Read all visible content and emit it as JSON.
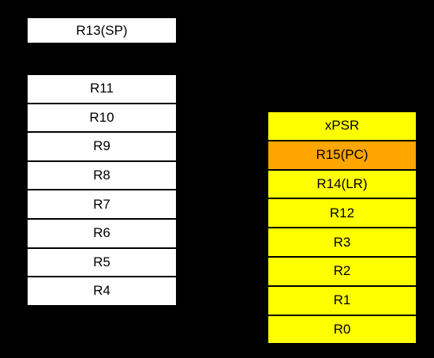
{
  "colors": {
    "background": "#000000",
    "white_register": "#ffffff",
    "stacked_register": "#ffff00",
    "highlight_register": "#ffa500",
    "text": "#000000"
  },
  "sp_register": {
    "label": "R13(SP)"
  },
  "callee_saved_registers": [
    {
      "label": "R11"
    },
    {
      "label": "R10"
    },
    {
      "label": "R9"
    },
    {
      "label": "R8"
    },
    {
      "label": "R7"
    },
    {
      "label": "R6"
    },
    {
      "label": "R5"
    },
    {
      "label": "R4"
    }
  ],
  "exception_frame_registers": [
    {
      "label": "xPSR",
      "color": "#ffff00"
    },
    {
      "label": "R15(PC)",
      "color": "#ffa500"
    },
    {
      "label": "R14(LR)",
      "color": "#ffff00"
    },
    {
      "label": "R12",
      "color": "#ffff00"
    },
    {
      "label": "R3",
      "color": "#ffff00"
    },
    {
      "label": "R2",
      "color": "#ffff00"
    },
    {
      "label": "R1",
      "color": "#ffff00"
    },
    {
      "label": "R0",
      "color": "#ffff00"
    }
  ]
}
